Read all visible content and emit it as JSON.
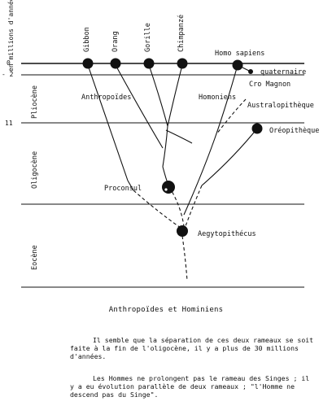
{
  "axis": {
    "title": "en millions d'années",
    "ticks": [
      "0",
      "- 2",
      "11"
    ]
  },
  "periods": [
    "Pliocène",
    "Oligocène",
    "Eocène"
  ],
  "species": {
    "gibbon": "Gibbon",
    "orang": "Orang",
    "gorille": "Gorille",
    "chimpanze": "Chimpanzé",
    "homo_sapiens": "Homo sapiens",
    "quaternaire": "quaternaire",
    "cro_magnon": "Cro Magnon",
    "anthropoides": "Anthropoïdes",
    "homoniens": "Homoniens",
    "australopitheque": "Australopithèque",
    "oreopitheque": "Oréopithèque",
    "proconsul": "Proconsul",
    "aegyptopithecus": "Aegytopithécus"
  },
  "caption": "Anthropoïdes et Hominiens",
  "paragraphs": [
    "Il semble que la séparation de ces deux rameaux se soit faite à la fin de l'oligocène, il y a plus de 30 millions d'années.",
    "Les Hommes ne prolongent pas le rameau des Singes ; il y a eu évolution parallèle de deux rameaux ; \"l'Homme ne descend pas du Singe\"."
  ]
}
